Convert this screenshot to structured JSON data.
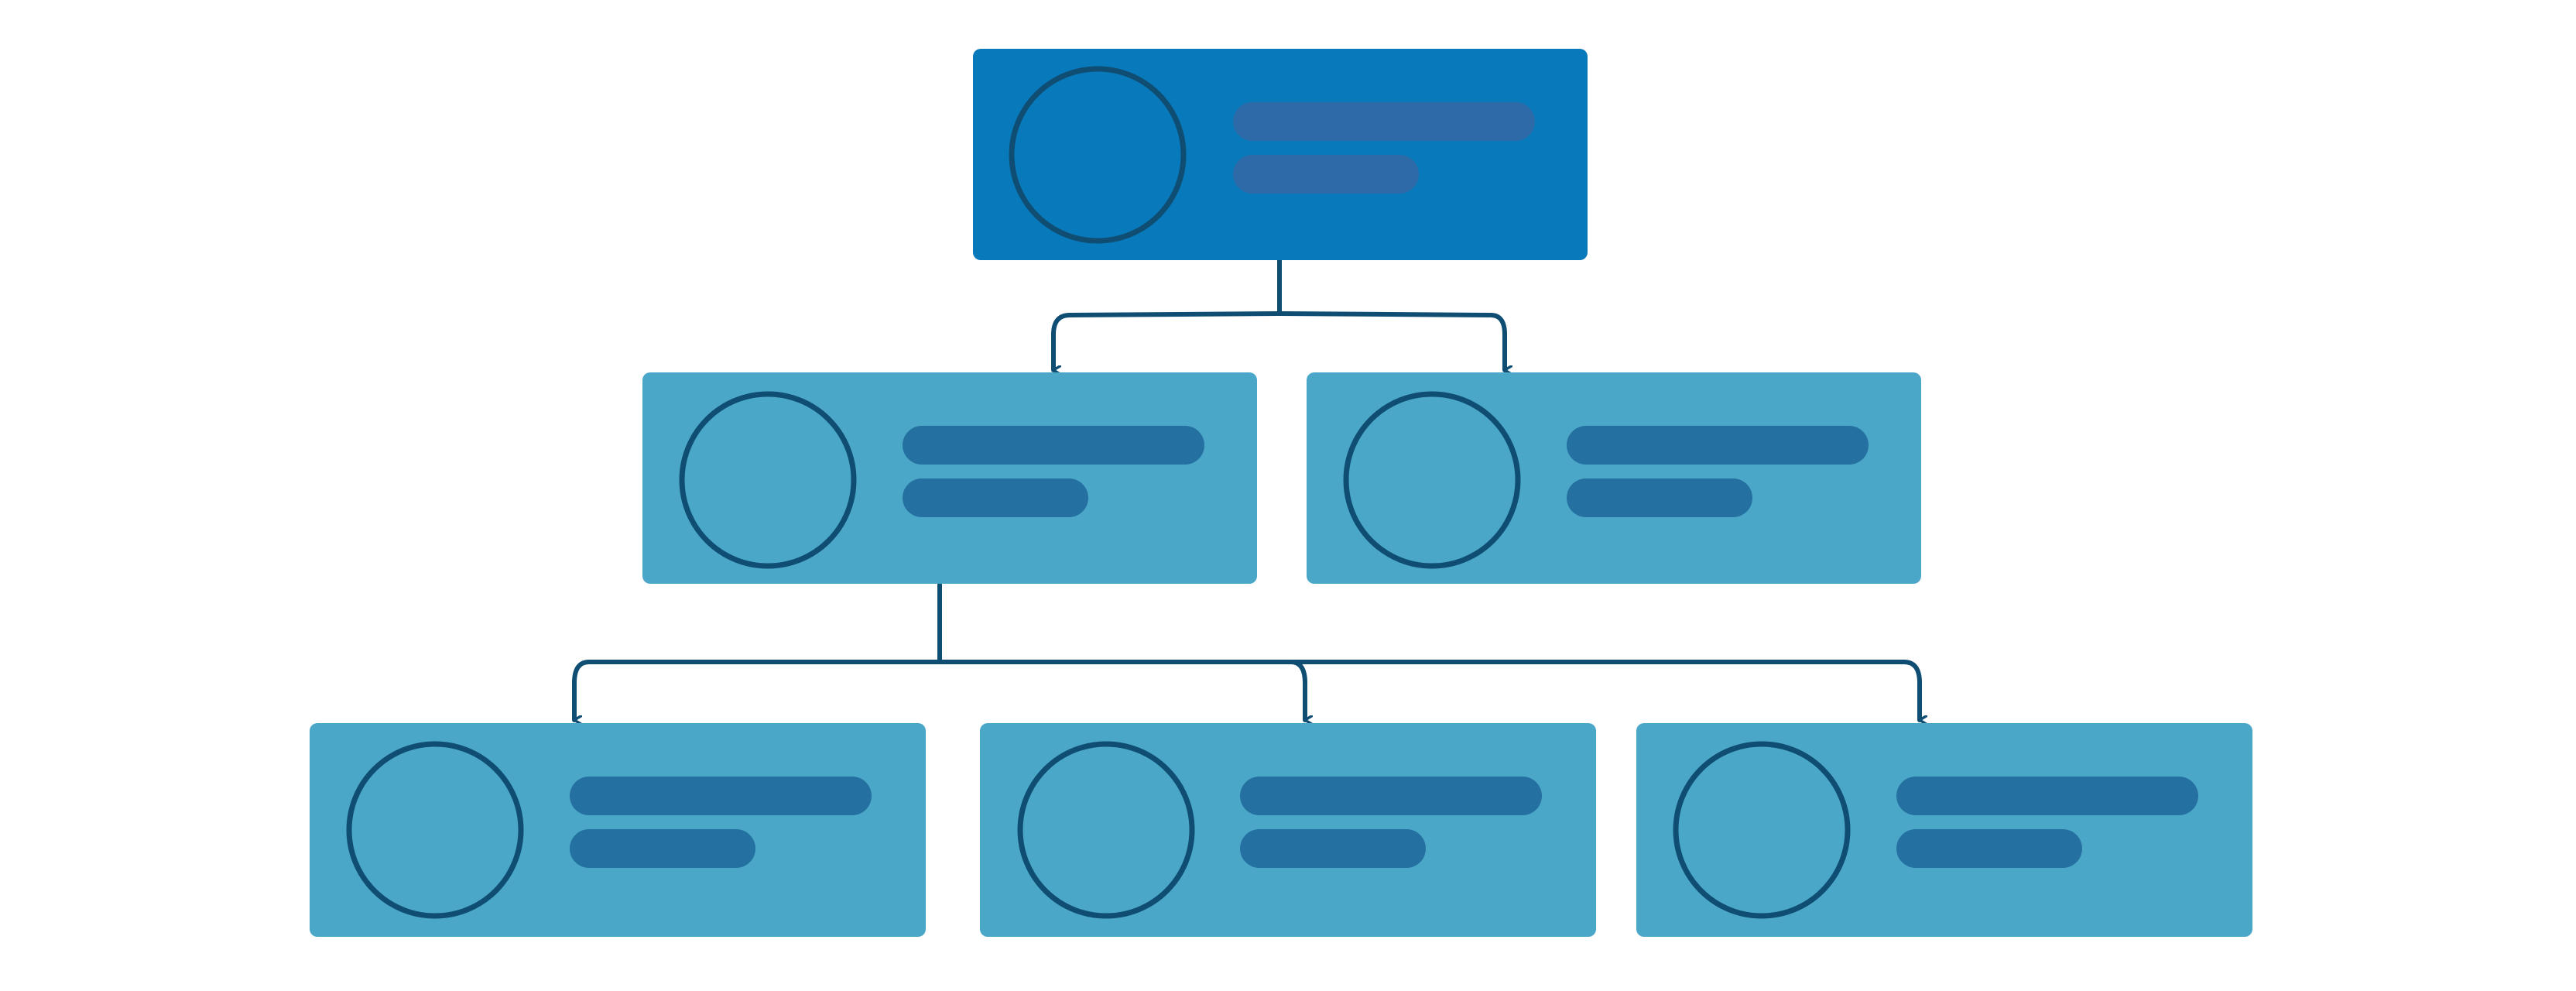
{
  "colors": {
    "background": "#ffffff",
    "root_card": "#087abb",
    "child_card": "#4aa7c8",
    "avatar_outline": "#0f4d73",
    "root_text_bar": "#2e69a8",
    "child_text_bar": "#2470a0",
    "connector": "#0f4d73"
  },
  "nodes": [
    {
      "id": "root",
      "level": 0,
      "avatar_icon": "user-avatar-placeholder-icon"
    },
    {
      "id": "manager-left",
      "level": 1,
      "parent": "root",
      "avatar_icon": "user-avatar-placeholder-icon"
    },
    {
      "id": "manager-right",
      "level": 1,
      "parent": "root",
      "avatar_icon": "user-avatar-placeholder-icon"
    },
    {
      "id": "staff-1",
      "level": 2,
      "parent": "manager-left",
      "avatar_icon": "user-avatar-placeholder-icon"
    },
    {
      "id": "staff-2",
      "level": 2,
      "parent": "manager-left",
      "avatar_icon": "user-avatar-placeholder-icon"
    },
    {
      "id": "staff-3",
      "level": 2,
      "parent": "manager-left",
      "avatar_icon": "user-avatar-placeholder-icon"
    }
  ]
}
